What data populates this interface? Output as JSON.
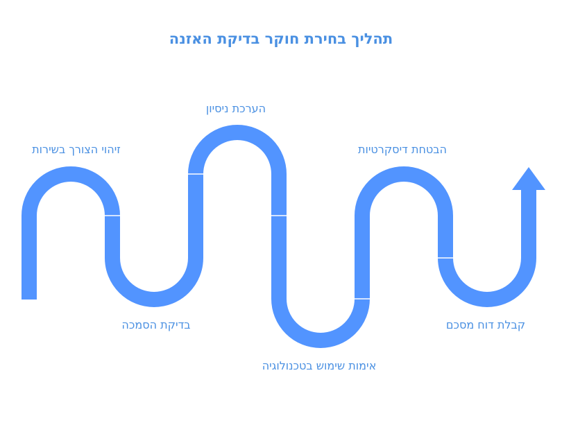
{
  "title": "תהליך בחירת חוקר בדיקת האזנה",
  "colors": {
    "path": "#5294ff",
    "text": "#4a90e2"
  },
  "steps": [
    {
      "label": "זיהוי הצורך בשירות"
    },
    {
      "label": "בדיקת הסמכה"
    },
    {
      "label": "הערכת ניסיון"
    },
    {
      "label": "אימות שימוש בטכנולוגיה"
    },
    {
      "label": "הבטחת דיסקרטיות"
    },
    {
      "label": "קבלת דוח מסכם"
    }
  ]
}
